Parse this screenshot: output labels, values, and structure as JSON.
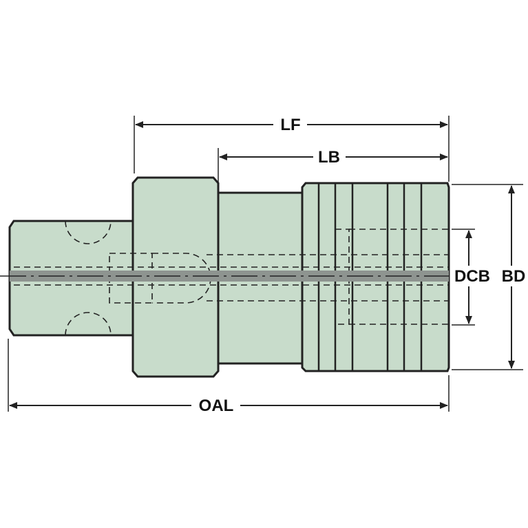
{
  "colors": {
    "body": "#c8dccb",
    "outline": "#222222",
    "centerline_band": "#8e9490"
  },
  "dimensions": {
    "lf": "LF",
    "lb": "LB",
    "dcb": "DCB",
    "bd": "BD",
    "oal": "OAL"
  }
}
